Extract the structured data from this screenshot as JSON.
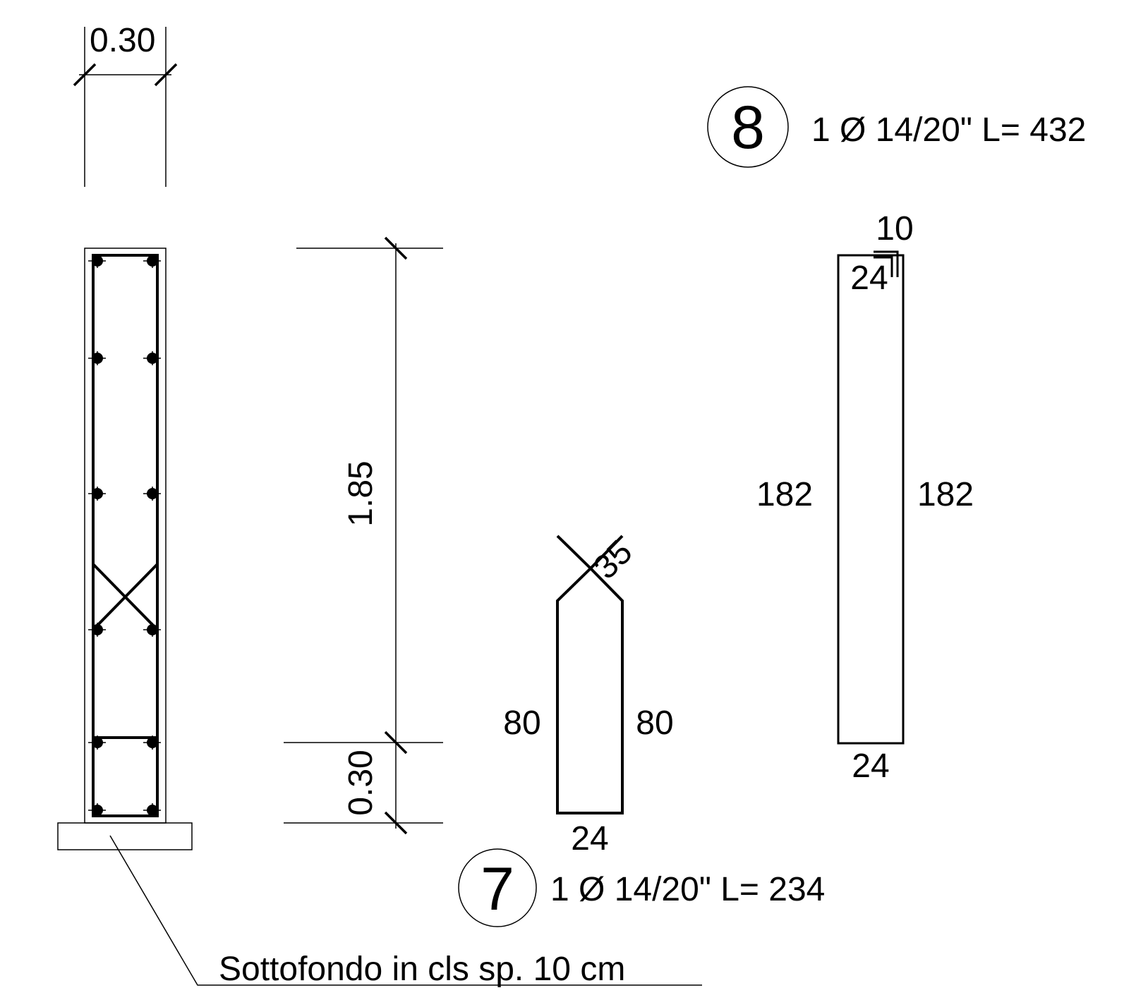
{
  "section": {
    "width_label": "0.30",
    "height_label_main": "1.85",
    "height_label_base": "0.30",
    "foundation_note": "Sottofondo in cls sp. 10 cm"
  },
  "bar7": {
    "mark": "7",
    "spec": "1 Ø 14/20\" L= 234",
    "left_leg": "80",
    "right_leg": "80",
    "bottom": "24",
    "hook": "35"
  },
  "bar8": {
    "mark": "8",
    "spec": "1 Ø 14/20\" L= 432",
    "left_leg": "182",
    "right_leg": "182",
    "bottom": "24",
    "top": "24",
    "hook": "10"
  }
}
